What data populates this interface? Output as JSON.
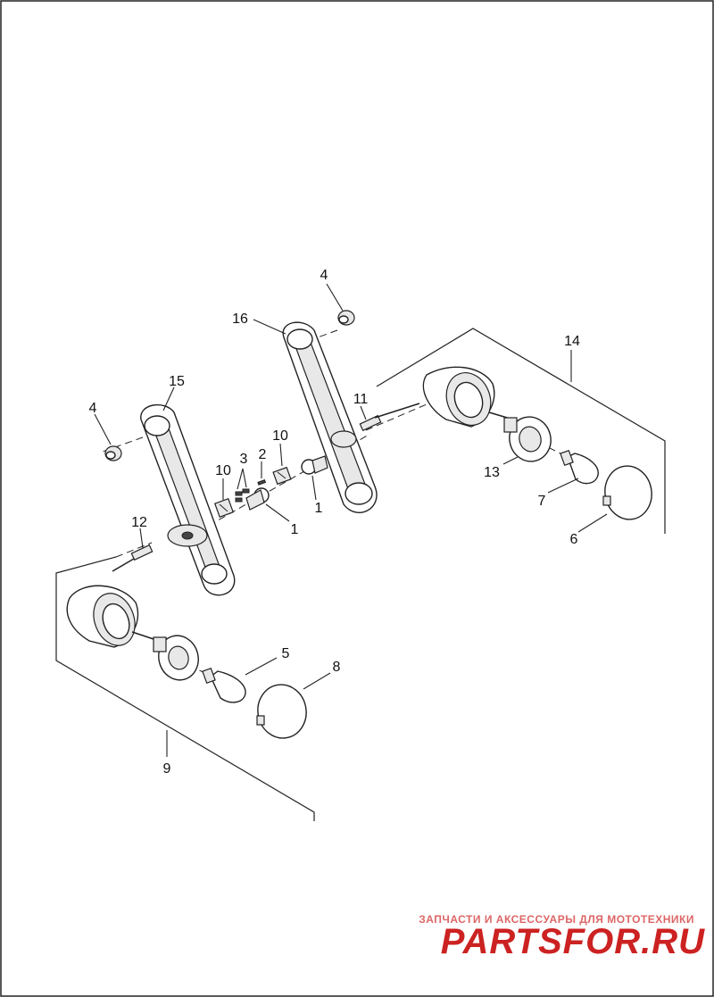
{
  "diagram": {
    "callouts": [
      {
        "id": "c4a",
        "label": "4"
      },
      {
        "id": "c16",
        "label": "16"
      },
      {
        "id": "c14",
        "label": "14"
      },
      {
        "id": "c15",
        "label": "15"
      },
      {
        "id": "c4b",
        "label": "4"
      },
      {
        "id": "c11",
        "label": "11"
      },
      {
        "id": "c10a",
        "label": "10"
      },
      {
        "id": "c2",
        "label": "2"
      },
      {
        "id": "c3",
        "label": "3"
      },
      {
        "id": "c10b",
        "label": "10"
      },
      {
        "id": "c1a",
        "label": "1"
      },
      {
        "id": "c1b",
        "label": "1"
      },
      {
        "id": "c13",
        "label": "13"
      },
      {
        "id": "c7",
        "label": "7"
      },
      {
        "id": "c6",
        "label": "6"
      },
      {
        "id": "c12",
        "label": "12"
      },
      {
        "id": "c5",
        "label": "5"
      },
      {
        "id": "c8",
        "label": "8"
      },
      {
        "id": "c9",
        "label": "9"
      }
    ]
  },
  "watermark": {
    "tagline": "ЗАПЧАСТИ И АКСЕССУАРЫ ДЛЯ МОТОТЕХНИКИ",
    "brand": "PARTSFOR.RU",
    "color": "#c22222"
  }
}
